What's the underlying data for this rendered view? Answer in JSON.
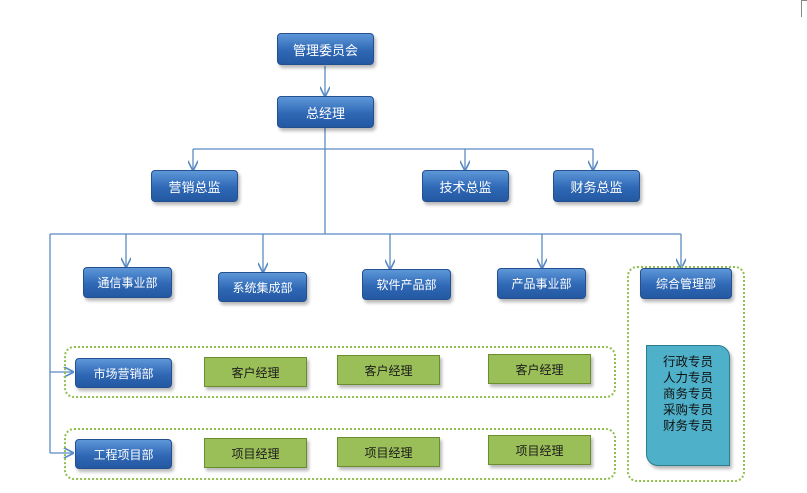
{
  "nodes": {
    "committee": "管理委员会",
    "ceo": "总经理",
    "marketing_director": "营销总监",
    "tech_director": "技术总监",
    "finance_director": "财务总监",
    "telecom_division": "通信事业部",
    "system_integration": "系统集成部",
    "software_products": "软件产品部",
    "product_division": "产品事业部",
    "general_management": "综合管理部",
    "market_sales": "市场营销部",
    "engineering_projects": "工程项目部"
  },
  "account_managers": [
    "客户经理",
    "客户经理",
    "客户经理"
  ],
  "project_managers": [
    "项目经理",
    "项目经理",
    "项目经理"
  ],
  "staff": [
    "行政专员",
    "人力专员",
    "商务专员",
    "采购专员",
    "财务专员"
  ],
  "colors": {
    "connector": "#5b8bc4",
    "group_border": "#92c050"
  }
}
